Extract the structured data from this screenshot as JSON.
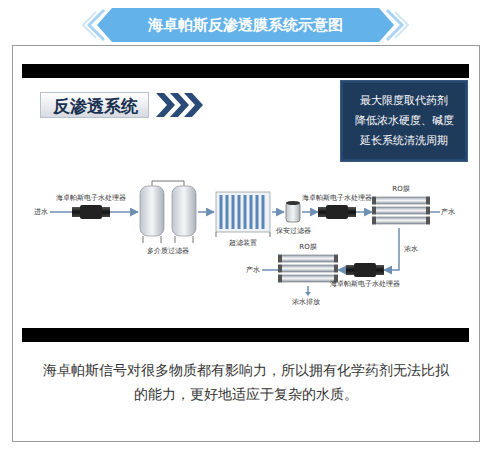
{
  "diagram": {
    "title": "海卓帕斯反渗透膜系统示意图",
    "caption": "海卓帕斯信号对很多物质都有影响力，所以拥有化学药剂无法比拟的能力，更好地适应于复杂的水质。",
    "nodes": [
      {
        "text": [
          "反渗透系统"
        ]
      },
      {
        "text": [
          "最大限度取代药剂",
          "降低浓水硬度、碱度",
          "延长系统清洗周期"
        ]
      },
      {
        "text": [
          "海卓帕斯电子水处理器"
        ]
      },
      {
        "text": [
          "多介质过滤器"
        ]
      },
      {
        "text": [
          "超滤装置"
        ]
      },
      {
        "text": [
          "保安过滤器"
        ]
      },
      {
        "text": [
          "海卓帕斯电子水处理器"
        ]
      },
      {
        "text": [
          "RO膜"
        ]
      },
      {
        "text": [
          "海卓帕斯电子水处理器"
        ]
      },
      {
        "text": [
          "RO膜"
        ]
      }
    ],
    "edges": [
      {
        "from": 2,
        "to": 3,
        "arrow": "to"
      },
      {
        "from": 3,
        "to": 4,
        "arrow": "to"
      },
      {
        "from": 4,
        "to": 5,
        "arrow": "to"
      },
      {
        "from": 5,
        "to": 6,
        "arrow": "to"
      },
      {
        "from": 6,
        "to": 7,
        "arrow": "to"
      },
      {
        "from": 7,
        "to": 8,
        "label": "浓水",
        "arrow": "to"
      },
      {
        "from": 8,
        "to": 9,
        "arrow": "to"
      }
    ],
    "labels": [
      "进水",
      "产水",
      "产水",
      "浓水排放"
    ]
  }
}
